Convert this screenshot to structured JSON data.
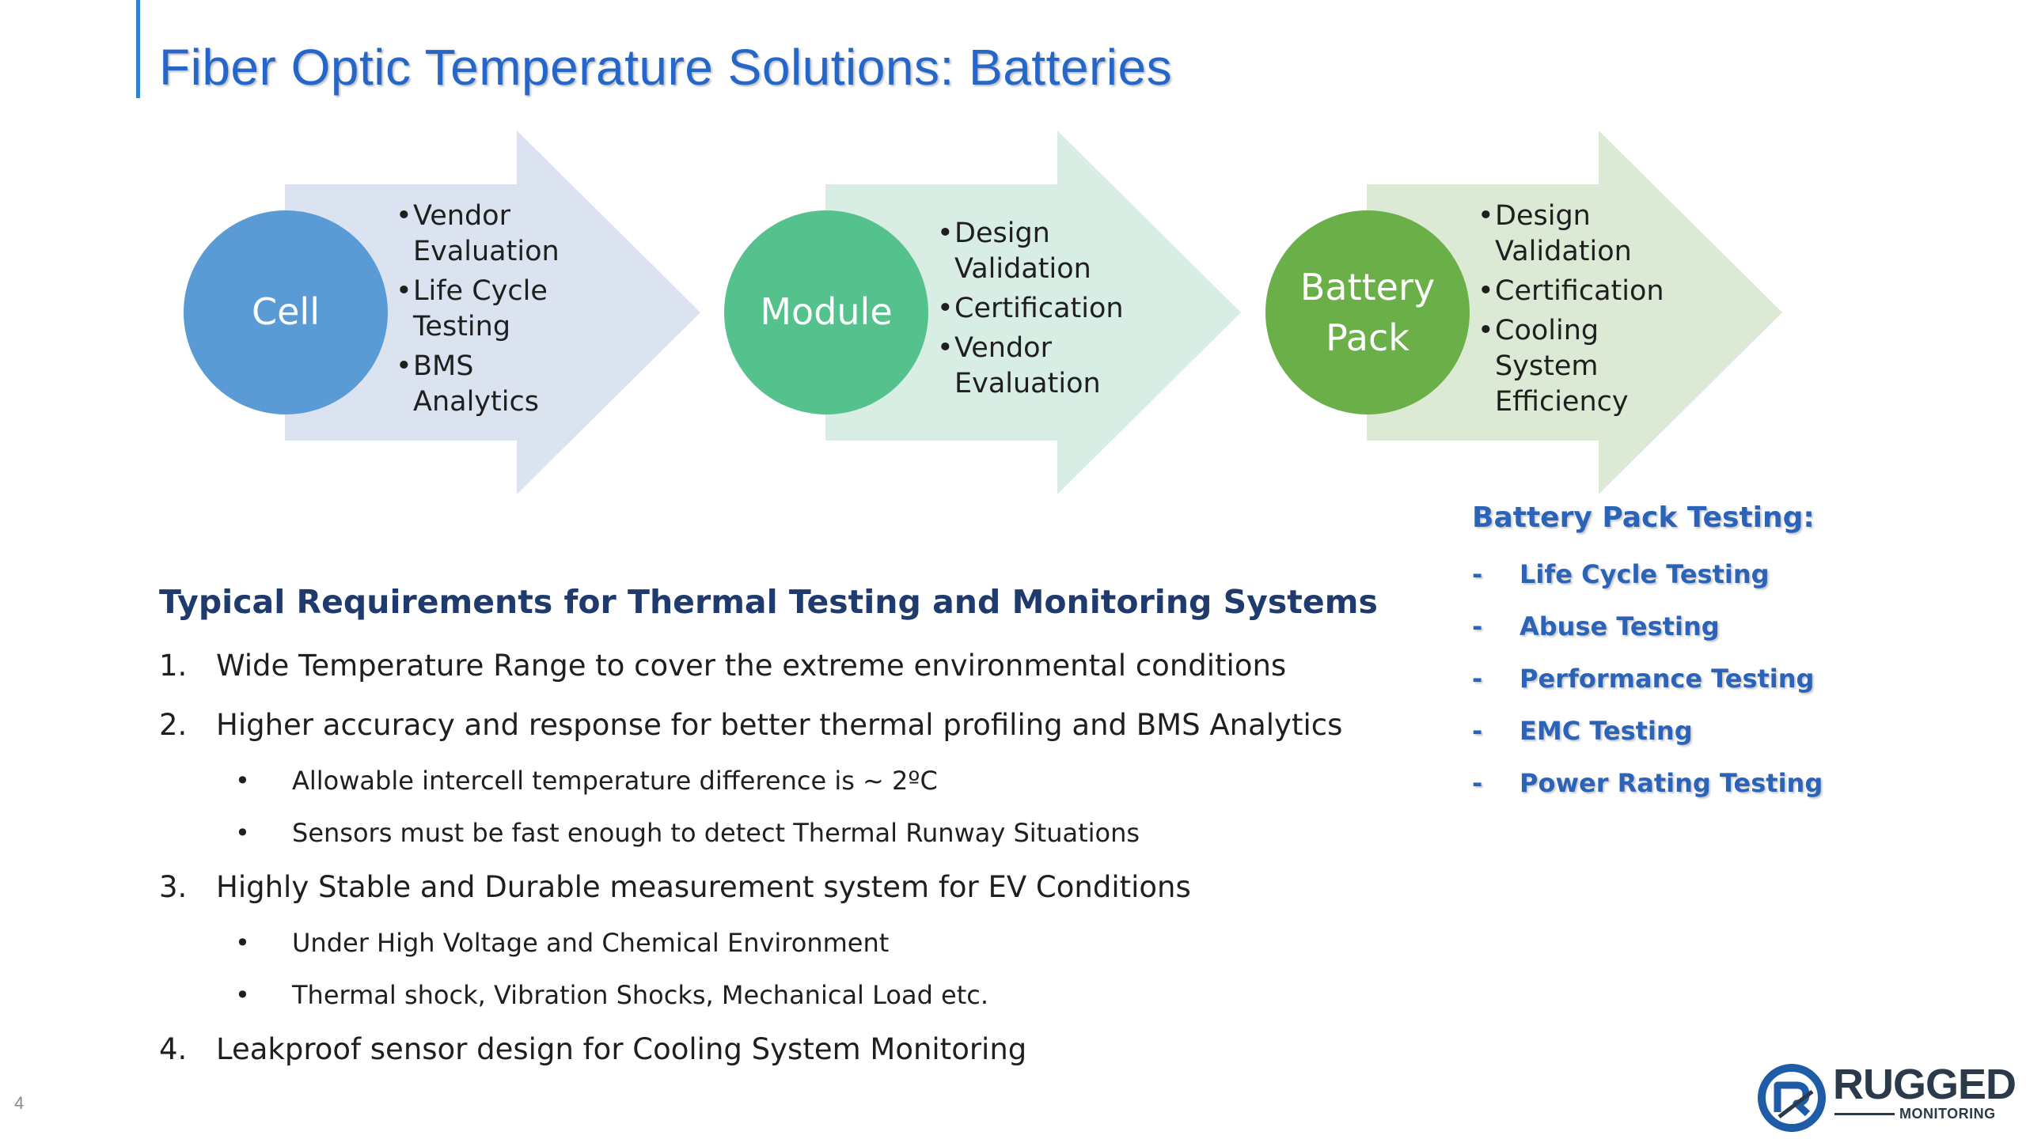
{
  "slide": {
    "title": "Fiber Optic Temperature Solutions: Batteries",
    "page_number": "4"
  },
  "stages": [
    {
      "label_lines": [
        "Cell"
      ],
      "bullets": [
        "Vendor\nEvaluation",
        "Life Cycle\nTesting",
        "BMS\nAnalytics"
      ],
      "circle_color": "#5b9bd5",
      "arrow_color": "#dbe3f1"
    },
    {
      "label_lines": [
        "Module"
      ],
      "bullets": [
        "Design\nValidation",
        "Certification",
        "Vendor\nEvaluation"
      ],
      "circle_color": "#55c28e",
      "arrow_color": "#d8ede4"
    },
    {
      "label_lines": [
        "Battery",
        "Pack"
      ],
      "bullets": [
        "Design\nValidation",
        "Certification",
        "Cooling\nSystem\nEfficiency"
      ],
      "circle_color": "#6aaf47",
      "arrow_color": "#dce9d4"
    }
  ],
  "requirements": {
    "heading": "Typical Requirements for Thermal Testing and Monitoring Systems",
    "items": [
      {
        "kind": "main",
        "num": "1.",
        "text": "Wide Temperature Range to cover the extreme environmental conditions"
      },
      {
        "kind": "main",
        "num": "2.",
        "text": "Higher accuracy and response for better thermal profiling and BMS Analytics"
      },
      {
        "kind": "sub",
        "bullet": "•",
        "text": "Allowable intercell temperature difference is ~ 2ºC"
      },
      {
        "kind": "sub",
        "bullet": "•",
        "text": "Sensors must be fast enough to detect Thermal Runway Situations"
      },
      {
        "kind": "main",
        "num": "3.",
        "text": "Highly Stable and Durable measurement system for EV Conditions"
      },
      {
        "kind": "sub",
        "bullet": "•",
        "text": "Under High Voltage and Chemical Environment"
      },
      {
        "kind": "sub",
        "bullet": "•",
        "text": "Thermal shock, Vibration Shocks, Mechanical Load etc."
      },
      {
        "kind": "main",
        "num": "4.",
        "text": "Leakproof sensor design for Cooling System Monitoring"
      }
    ]
  },
  "battery_pack_testing": {
    "title": "Battery Pack Testing:",
    "items": [
      "Life Cycle Testing",
      "Abuse Testing",
      "Performance Testing",
      "EMC Testing",
      "Power Rating Testing"
    ]
  },
  "logo": {
    "wordmark": "RUGGED",
    "subtitle": "MONITORING"
  },
  "colors": {
    "title": "#2566c9",
    "heading": "#1f3b6e",
    "testing": "#2a63b8"
  }
}
